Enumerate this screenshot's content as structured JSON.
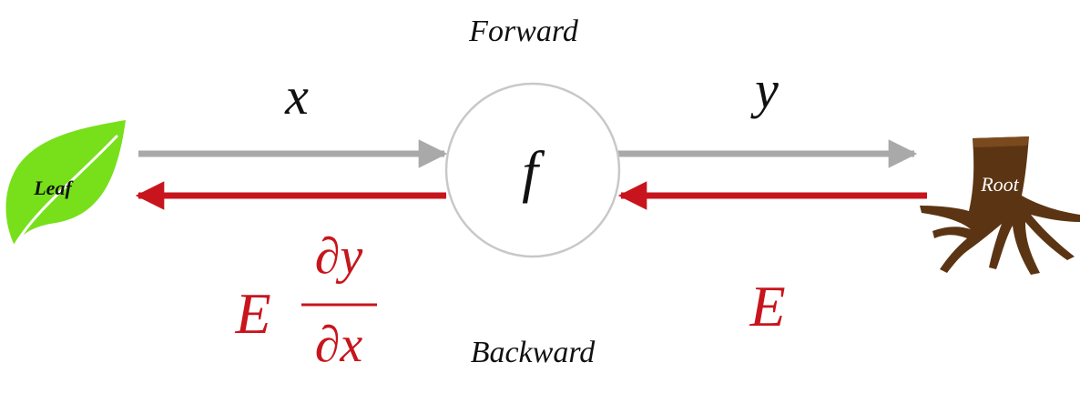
{
  "labels": {
    "forward": "Forward",
    "backward": "Backward",
    "input_var": "x",
    "output_var": "y",
    "function": "f",
    "error": "E",
    "error_left": "E",
    "partial_num": "∂y",
    "partial_den": "∂x",
    "leaf": "Leaf",
    "root": "Root"
  },
  "colors": {
    "forward_arrow": "#a9a9a9",
    "backward_arrow": "#c8151d",
    "circle_stroke": "#c8c8c8",
    "leaf_green": "#77e01a",
    "root_brown": "#5b3513",
    "text_black": "#111111",
    "text_red": "#c8151d"
  },
  "icons": {
    "leaf": "leaf-icon",
    "root": "root-icon"
  }
}
